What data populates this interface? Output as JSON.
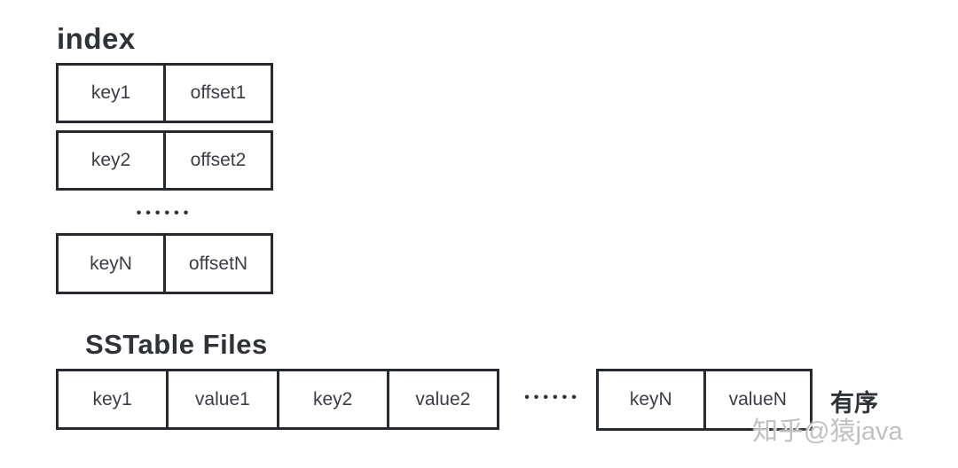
{
  "diagram": {
    "index": {
      "heading": "index",
      "rows": [
        {
          "key": "key1",
          "offset": "offset1"
        },
        {
          "key": "key2",
          "offset": "offset2"
        },
        {
          "key": "keyN",
          "offset": "offsetN"
        }
      ],
      "ellipsis": "••••••"
    },
    "sstable": {
      "heading": "SSTable Files",
      "cells": [
        "key1",
        "value1",
        "key2",
        "value2"
      ],
      "tail_cells": [
        "keyN",
        "valueN"
      ],
      "ellipsis": "••••••",
      "sorted_label": "有序"
    },
    "watermark": "知乎@猿java",
    "colors": {
      "border": "#26292e",
      "text": "#3a3d42",
      "heading": "#2f3237",
      "watermark": "#c0c0c3"
    }
  }
}
